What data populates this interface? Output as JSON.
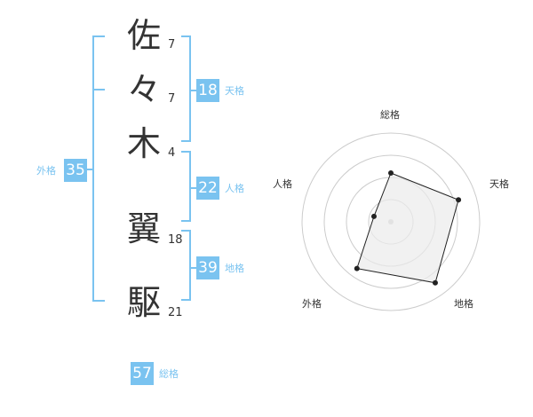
{
  "name": {
    "characters": [
      {
        "char": "佐",
        "strokes": "7"
      },
      {
        "char": "々",
        "strokes": "7"
      },
      {
        "char": "木",
        "strokes": "4"
      },
      {
        "char": "翼",
        "strokes": "18"
      },
      {
        "char": "駆",
        "strokes": "21"
      }
    ]
  },
  "kakusu": {
    "tenkaku": {
      "value": "18",
      "label": "天格"
    },
    "jinkaku": {
      "value": "22",
      "label": "人格"
    },
    "chikaku": {
      "value": "39",
      "label": "地格"
    },
    "gaikaku": {
      "value": "35",
      "label": "外格"
    },
    "soukaku": {
      "value": "57",
      "label": "総格"
    }
  },
  "chart_data": {
    "type": "radar",
    "axes": [
      "総格",
      "天格",
      "地格",
      "外格",
      "人格"
    ],
    "values": [
      0.55,
      0.8,
      0.85,
      0.65,
      0.2
    ],
    "range": [
      0,
      1
    ],
    "rings": 4,
    "colors": {
      "fill": "#ebebeb",
      "line": "#222222",
      "point": "#222222",
      "grid": "#cccccc"
    }
  },
  "colors": {
    "accent": "#7ac3f0",
    "text": "#333333"
  }
}
